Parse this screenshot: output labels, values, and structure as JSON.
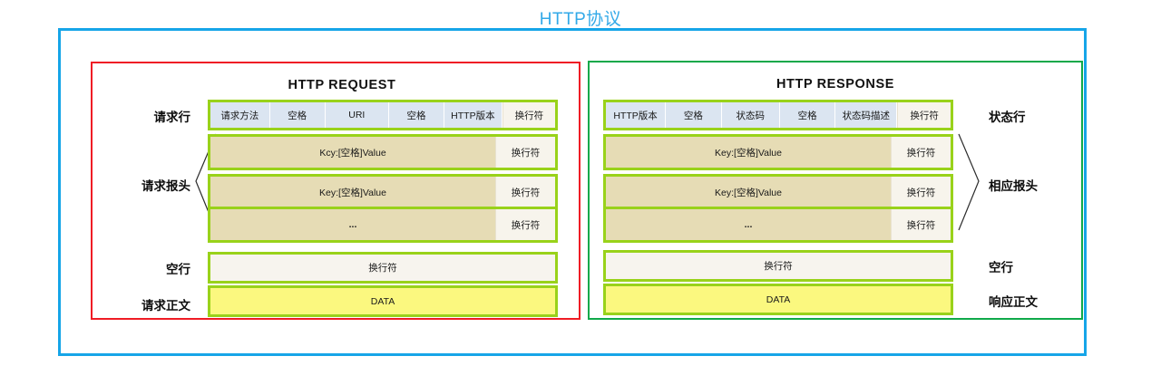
{
  "title": "HTTP协议",
  "colors": {
    "title": "#32a9e8",
    "outer_frame": "#16a5e8",
    "request_border": "#ef1c25",
    "response_border": "#10a94a",
    "cell_border": "#99d21a",
    "cell_blue": "#dbe5f1",
    "cell_kv": "#e6dcb5",
    "cell_crlf": "#f7f4ec",
    "cell_blank": "#f7f4ee",
    "cell_data": "#fbf87f"
  },
  "request": {
    "panel_title": "HTTP REQUEST",
    "labels": {
      "request_line": "请求行",
      "request_headers": "请求报头",
      "blank_line": "空行",
      "request_body": "请求正文"
    },
    "request_line_cells": [
      {
        "text": "请求方法",
        "width": 70
      },
      {
        "text": "空格",
        "width": 65
      },
      {
        "text": "URI",
        "width": 75
      },
      {
        "text": "空格",
        "width": 65
      },
      {
        "text": "HTTP版本",
        "width": 68
      },
      {
        "text": "换行符",
        "width": 62
      }
    ],
    "header_rows": [
      {
        "key": "Kcy:[空格]Value",
        "crlf": "换行符"
      },
      {
        "key": "Key:[空格]Value",
        "crlf": "换行符"
      },
      {
        "key": "...",
        "crlf": "换行符"
      }
    ],
    "blank_line_text": "换行符",
    "body_text": "DATA"
  },
  "response": {
    "panel_title": "HTTP RESPONSE",
    "labels": {
      "status_line": "状态行",
      "response_headers": "相应报头",
      "blank_line": "空行",
      "response_body": "响应正文"
    },
    "status_line_cells": [
      {
        "text": "HTTP版本",
        "width": 70
      },
      {
        "text": "空格",
        "width": 65
      },
      {
        "text": "状态码",
        "width": 68
      },
      {
        "text": "空格",
        "width": 65
      },
      {
        "text": "状态码描述",
        "width": 72
      },
      {
        "text": "换行符",
        "width": 62
      }
    ],
    "header_rows": [
      {
        "key": "Key:[空格]Value",
        "crlf": "换行符"
      },
      {
        "key": "Key:[空格]Value",
        "crlf": "换行符"
      },
      {
        "key": "...",
        "crlf": "换行符"
      }
    ],
    "blank_line_text": "换行符",
    "body_text": "DATA"
  }
}
